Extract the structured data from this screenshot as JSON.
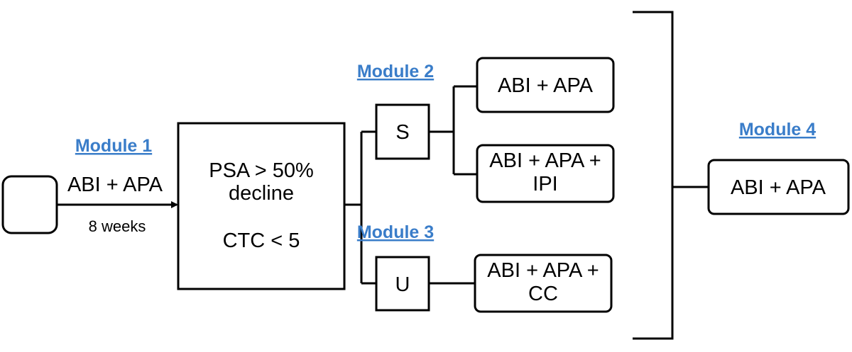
{
  "colors": {
    "module_heading": "#3a7dc9",
    "line": "#000000"
  },
  "modules": {
    "m1": "Module 1",
    "m2": "Module 2",
    "m3": "Module 3",
    "m4": "Module 4"
  },
  "arrow": {
    "label_top": "ABI + APA",
    "label_bottom": "8 weeks"
  },
  "criteria": {
    "line1": "PSA > 50%",
    "line2": "decline",
    "line3": "CTC < 5"
  },
  "branches": {
    "s": "S",
    "u": "U"
  },
  "treatments": {
    "t1": [
      "ABI + APA"
    ],
    "t2": [
      "ABI + APA +",
      "IPI"
    ],
    "t3": [
      "ABI + APA +",
      "CC"
    ],
    "t4": [
      "ABI + APA"
    ]
  }
}
